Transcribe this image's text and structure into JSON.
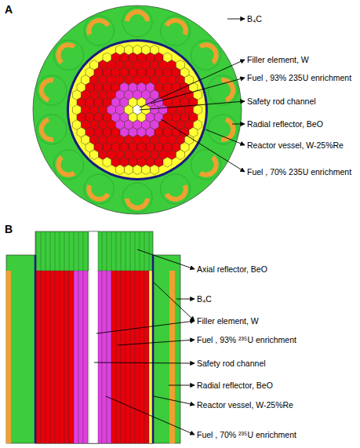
{
  "diagram": {
    "labels": [
      "A",
      "B₄C",
      "Filler element, W",
      "Fuel , 93% 235U enrichment",
      "Safety rod channel",
      "Radial reflector, BeO",
      "Reactor vessel, W-25%Re",
      "Fuel , 70% 235U enrichment",
      "B",
      "Axial reflector, BeO",
      "B₄C",
      "Filler element, W",
      "Fuel , 93% ²³⁵U enrichment",
      "Safety rod channel",
      "Radial reflector, BeO",
      "Reactor vessel, W-25%Re",
      "Fuel , 70% ²³⁵U enrichment"
    ]
  }
}
